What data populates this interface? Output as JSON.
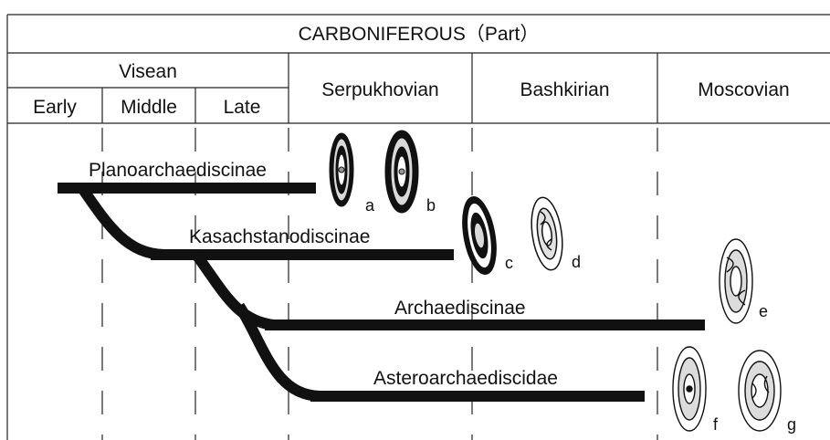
{
  "title": "CARBONIFEROUS（Part）",
  "stages": {
    "visean": "Visean",
    "visean_sub": [
      "Early",
      "Middle",
      "Late"
    ],
    "serpukhovian": "Serpukhovian",
    "bashkirian": "Bashkirian",
    "moscovian": "Moscovian"
  },
  "taxa": [
    {
      "label": "Planoarchaediscinae"
    },
    {
      "label": "Kasachstanodiscinae"
    },
    {
      "label": "Archaediscinae"
    },
    {
      "label": "Asteroarchaediscidae"
    }
  ],
  "specimens": [
    "a",
    "b",
    "c",
    "d",
    "e",
    "f",
    "g"
  ],
  "colors": {
    "line": "#111111",
    "fossil_fill": "#d9d9d9"
  }
}
